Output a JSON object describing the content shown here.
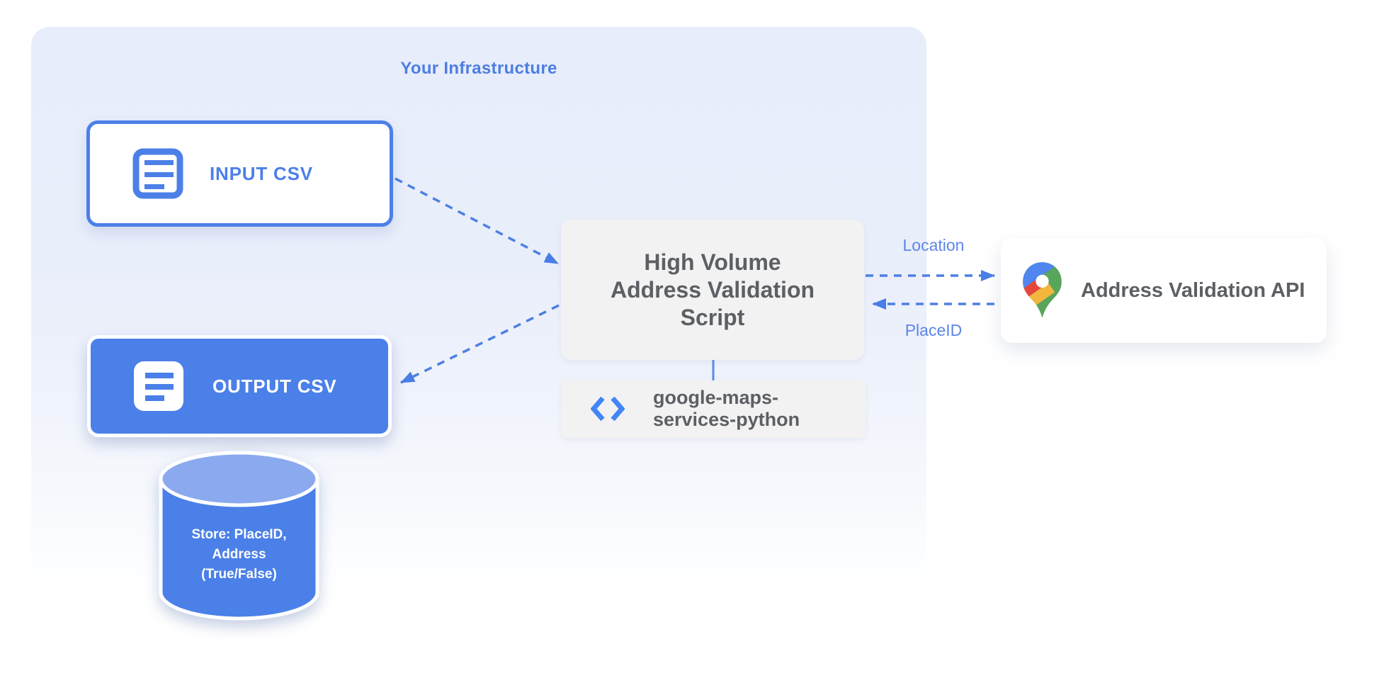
{
  "diagram": {
    "container": {
      "title": "Your Infrastructure"
    },
    "nodes": {
      "input_csv": {
        "label": "INPUT CSV"
      },
      "output_csv": {
        "label": "OUTPUT CSV"
      },
      "datastore": {
        "line1": "Store: PlaceID,",
        "line2": "Address",
        "line3": "(True/False)"
      },
      "script": {
        "line1": "High Volume",
        "line2": "Address Validation",
        "line3": "Script"
      },
      "library": {
        "line1": "google-maps-",
        "line2": "services-python"
      },
      "api": {
        "label": "Address Validation API"
      }
    },
    "edges": {
      "location_label": "Location",
      "placeid_label": "PlaceID"
    },
    "icons": {
      "input_csv": "document-outline-icon",
      "output_csv": "document-solid-icon",
      "library": "code-brackets-icon",
      "api": "google-maps-pin-icon"
    },
    "colors": {
      "accent_blue": "#4a80e8",
      "arrow_blue": "#4d7fe3",
      "edge_label_blue": "#5c86e8",
      "container_bg_top": "#e8edfb",
      "box_gray": "#f2f2f3",
      "text_gray": "#5c5f63",
      "cylinder_body": "#4a80e8",
      "cylinder_top": "#8ba9ef",
      "pin_red": "#e4483d",
      "pin_blue": "#4f86f0",
      "pin_yellow": "#f2b63c",
      "pin_green": "#58a55c"
    }
  }
}
